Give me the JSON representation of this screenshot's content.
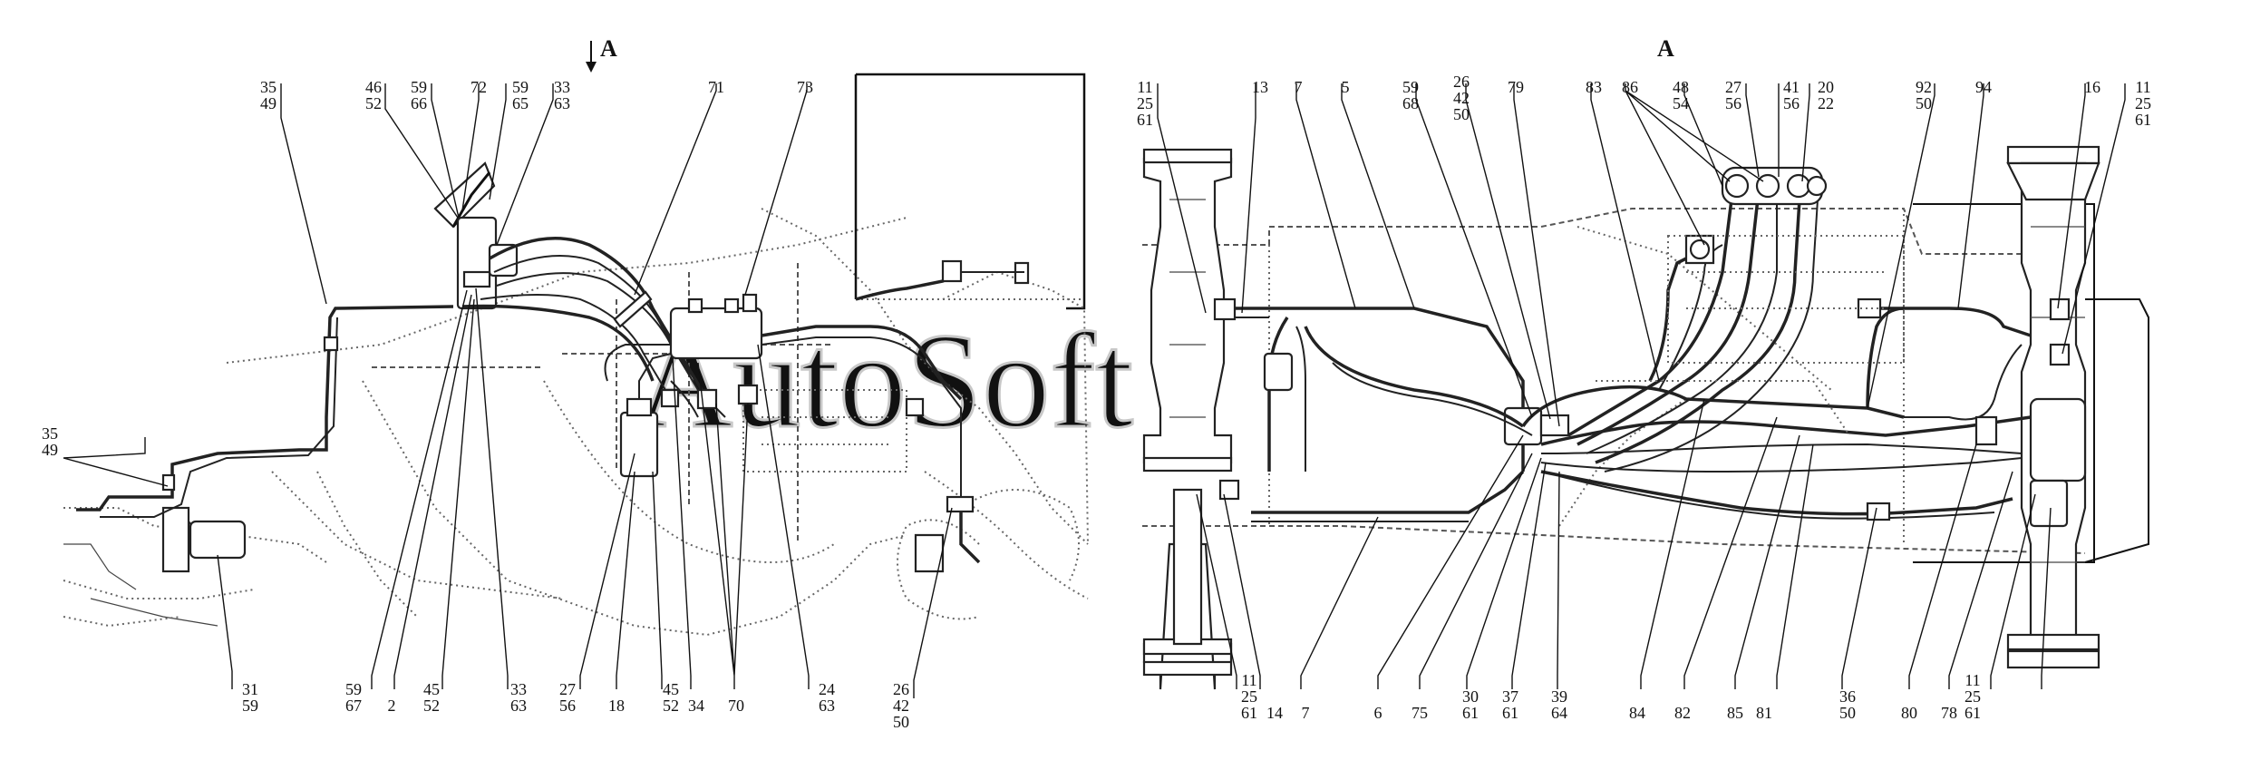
{
  "view_title_left": "A",
  "view_title_right": "A",
  "watermark": "AutoSoft",
  "labels": {
    "l_35_49_top": [
      "35",
      "49"
    ],
    "l_46_52": [
      "46",
      "52"
    ],
    "l_59_66": [
      "59",
      "66"
    ],
    "l_72": [
      "72"
    ],
    "l_59_65": [
      "59",
      "65"
    ],
    "l_33_63_top": [
      "33",
      "63"
    ],
    "l_71": [
      "71"
    ],
    "l_73": [
      "73"
    ],
    "l_35_49_mid": [
      "35",
      "49"
    ],
    "l_31_59": [
      "31",
      "59"
    ],
    "l_59_67": [
      "59",
      "67"
    ],
    "l_2": [
      "2"
    ],
    "l_45_52_a": [
      "45",
      "52"
    ],
    "l_33_63_bot": [
      "33",
      "63"
    ],
    "l_27_56_bot": [
      "27",
      "56"
    ],
    "l_18": [
      "18"
    ],
    "l_45_52_b": [
      "45",
      "52"
    ],
    "l_34": [
      "34"
    ],
    "l_70": [
      "70"
    ],
    "l_24_63": [
      "24",
      "63"
    ],
    "l_26_42_50_bot": [
      "26",
      "42",
      "50"
    ],
    "l_11_25_61_tl": [
      "11",
      "25",
      "61"
    ],
    "l_13": [
      "13"
    ],
    "l_7_top": [
      "7"
    ],
    "l_5": [
      "5"
    ],
    "l_59_68": [
      "59",
      "68"
    ],
    "l_26_42_50_top": [
      "26",
      "42",
      "50"
    ],
    "l_79": [
      "79"
    ],
    "l_83": [
      "83"
    ],
    "l_86": [
      "86"
    ],
    "l_48_54": [
      "48",
      "54"
    ],
    "l_27_56_top": [
      "27",
      "56"
    ],
    "l_41_56": [
      "41",
      "56"
    ],
    "l_20_22": [
      "20",
      "22"
    ],
    "l_92_50": [
      "92",
      "50"
    ],
    "l_94": [
      "94"
    ],
    "l_16": [
      "16"
    ],
    "l_11_25_61_tr": [
      "11",
      "25",
      "61"
    ],
    "l_11_25_61_bl": [
      "11",
      "25",
      "61"
    ],
    "l_14": [
      "14"
    ],
    "l_7_bot": [
      "7"
    ],
    "l_6": [
      "6"
    ],
    "l_75": [
      "75"
    ],
    "l_30_61": [
      "30",
      "61"
    ],
    "l_37_61": [
      "37",
      "61"
    ],
    "l_39_64": [
      "39",
      "64"
    ],
    "l_84": [
      "84"
    ],
    "l_82": [
      "82"
    ],
    "l_85": [
      "85"
    ],
    "l_81": [
      "81"
    ],
    "l_36_50": [
      "36",
      "50"
    ],
    "l_80": [
      "80"
    ],
    "l_78": [
      "78"
    ],
    "l_11_25_61_br": [
      "11",
      "25",
      "61"
    ]
  }
}
